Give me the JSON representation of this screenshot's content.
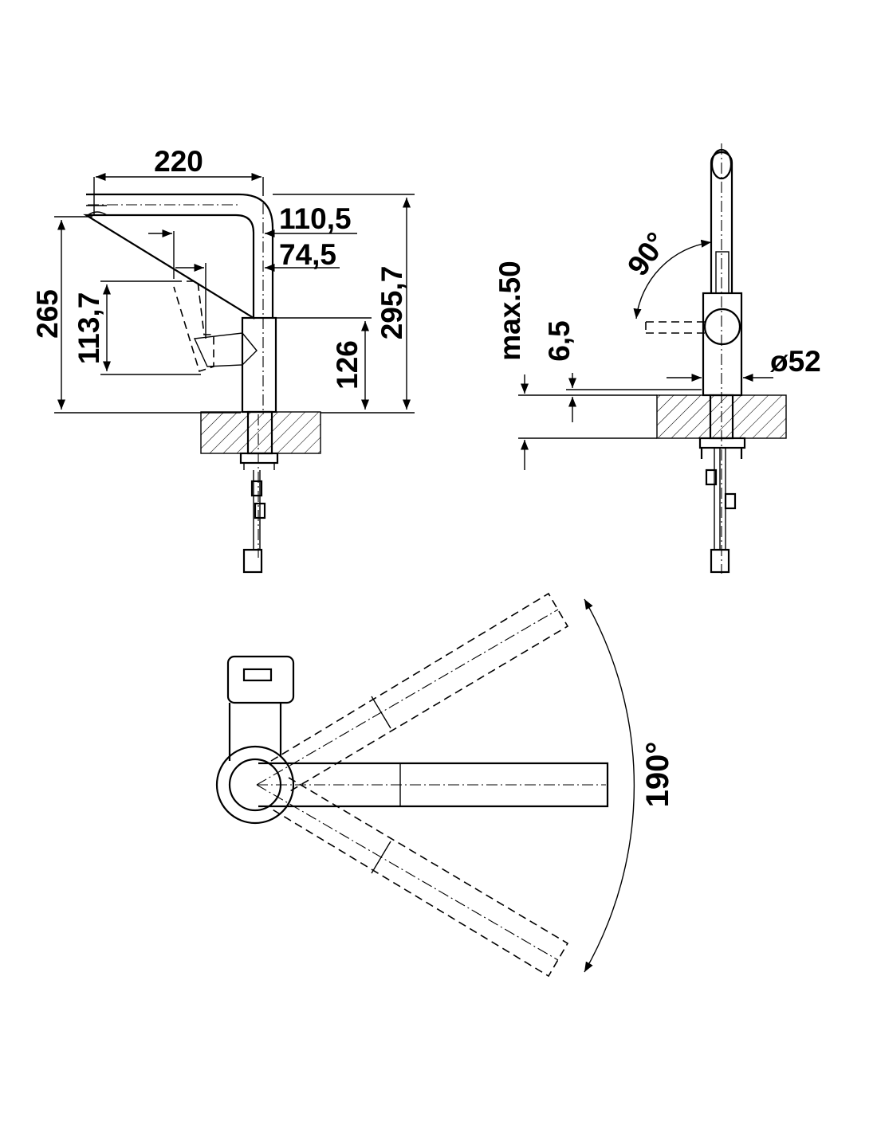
{
  "side_view": {
    "dimensions": {
      "spout_reach": "220",
      "reach_to_axis": "110,5",
      "lever_to_axis": "74,5",
      "spout_height": "265",
      "lever_height": "113,7",
      "body_height": "126",
      "total_height": "295,7"
    }
  },
  "front_view": {
    "dimensions": {
      "max_worktop": "max.50",
      "min_worktop": "6,5",
      "lever_angle": "90°",
      "base_diameter": "ø52"
    }
  },
  "top_view": {
    "dimensions": {
      "swivel_angle": "190°"
    }
  },
  "colors": {
    "line": "#000000",
    "background": "#ffffff"
  }
}
